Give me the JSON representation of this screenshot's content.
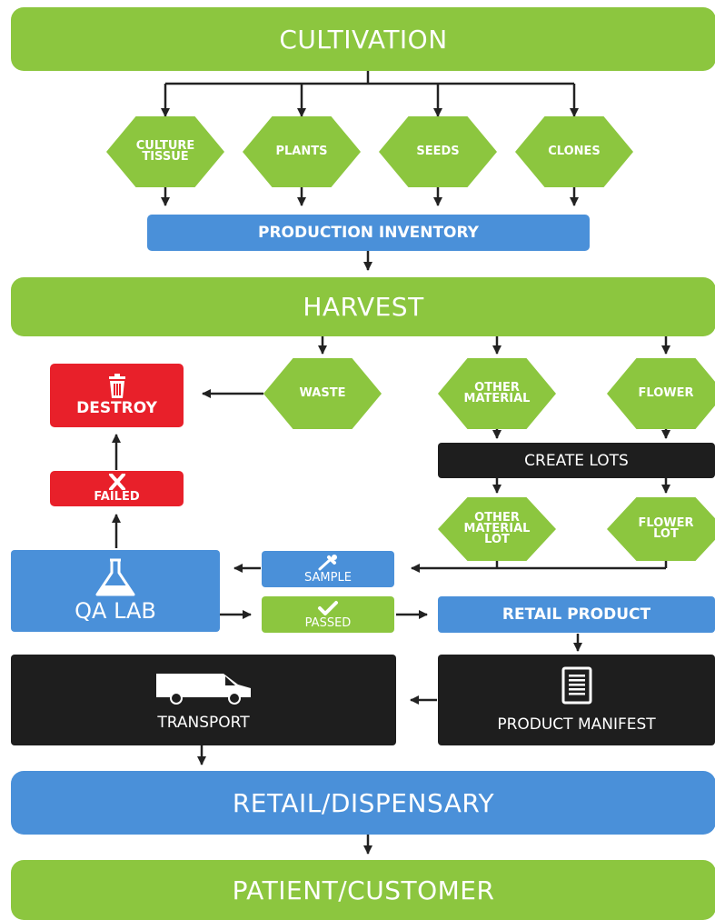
{
  "bands": {
    "cultivation": "CULTIVATION",
    "harvest": "HARVEST",
    "retail_dispensary": "RETAIL/DISPENSARY",
    "patient_customer": "PATIENT/CUSTOMER"
  },
  "cultivation_sources": [
    "CULTURE\nTISSUE",
    "PLANTS",
    "SEEDS",
    "CLONES"
  ],
  "production_inventory": "PRODUCTION INVENTORY",
  "harvest_outputs": {
    "waste": "WASTE",
    "other_material": "OTHER\nMATERIAL",
    "flower": "FLOWER"
  },
  "destroy": "DESTROY",
  "failed": "FAILED",
  "create_lots": "CREATE LOTS",
  "lots": {
    "other_material_lot": "OTHER\nMATERIAL\nLOT",
    "flower_lot": "FLOWER\nLOT"
  },
  "sample": "SAMPLE",
  "qa_lab": "QA LAB",
  "passed": "PASSED",
  "retail_product": "RETAIL PRODUCT",
  "transport": "TRANSPORT",
  "product_manifest": "PRODUCT MANIFEST",
  "colors": {
    "green": "#8cc63f",
    "blue": "#4a90d9",
    "black": "#1e1e1e",
    "red": "#e8202a"
  },
  "icons": [
    "trash-icon",
    "x-icon",
    "pipette-icon",
    "flask-icon",
    "checkmark-icon",
    "van-icon",
    "document-icon"
  ]
}
